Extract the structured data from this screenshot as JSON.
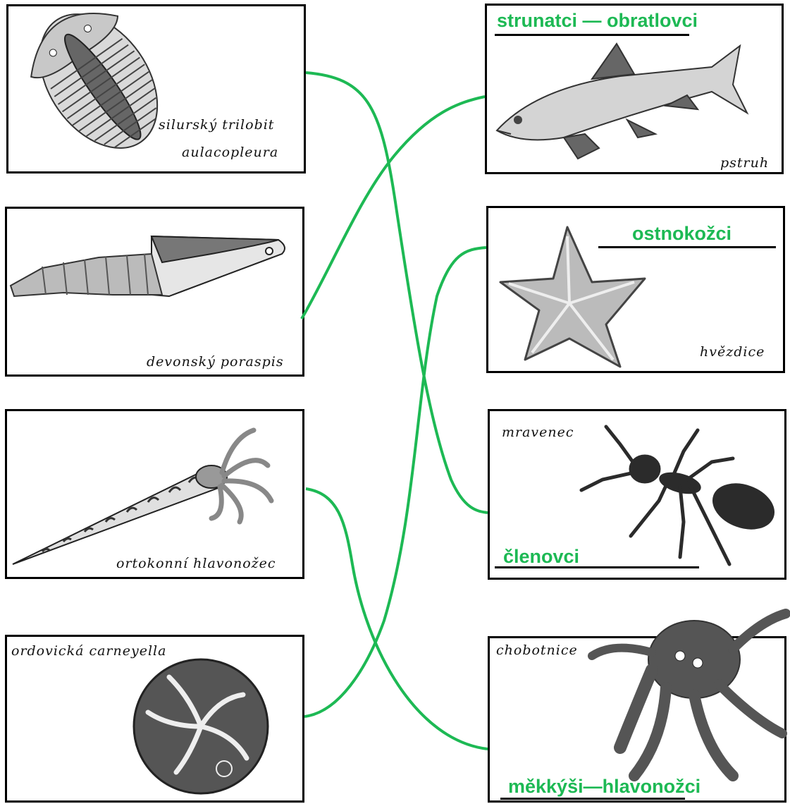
{
  "left_cards": [
    {
      "lines": [
        "silurský trilobit",
        "aulacopleura"
      ],
      "icon": "trilobite-icon"
    },
    {
      "lines": [
        "devonský poraspis"
      ],
      "icon": "jawless-fish-icon"
    },
    {
      "lines": [
        "ortokonní hlavonožec"
      ],
      "icon": "orthocone-cephalopod-icon"
    },
    {
      "lines": [
        "ordovická carneyella"
      ],
      "icon": "edrioasteroid-icon"
    }
  ],
  "right_cards": [
    {
      "name": "pstruh",
      "group": "strunatci — obratlovci",
      "icon": "trout-icon"
    },
    {
      "name": "hvězdice",
      "group": "ostnokožci",
      "icon": "starfish-icon"
    },
    {
      "name": "mravenec",
      "group": "členovci",
      "icon": "ant-icon"
    },
    {
      "name": "chobotnice",
      "group": "měkkýši—hlavonožci",
      "icon": "octopus-icon"
    }
  ],
  "connections": [
    {
      "from": "silurský trilobit aulacopleura",
      "to": "mravenec"
    },
    {
      "from": "devonský poraspis",
      "to": "pstruh"
    },
    {
      "from": "ortokonní hlavonožec",
      "to": "chobotnice"
    },
    {
      "from": "ordovická carneyella",
      "to": "hvězdice"
    }
  ],
  "colors": {
    "connector": "#1db954",
    "group_label": "#1db954",
    "border": "#000000"
  }
}
